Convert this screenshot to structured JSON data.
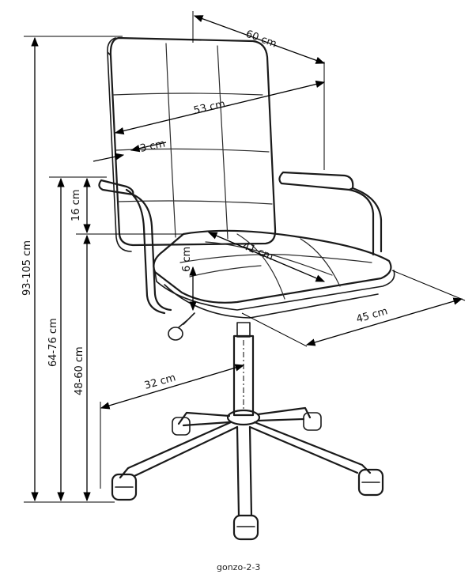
{
  "dimensions": {
    "depth_top": "60 cm",
    "backrest_width": "53 cm",
    "backrest_thickness": "3 cm",
    "armrest_above_seat": "16 cm",
    "seat_depth": "41 cm",
    "seat_thickness": "6 cm",
    "seat_width": "45 cm",
    "base_radius": "32 cm",
    "total_height": "93-105 cm",
    "armrest_height": "64-76 cm",
    "seat_height": "48-60 cm"
  },
  "caption": "gonzo-2-3",
  "colors": {
    "line": "#1a1a1a",
    "background": "#ffffff"
  }
}
